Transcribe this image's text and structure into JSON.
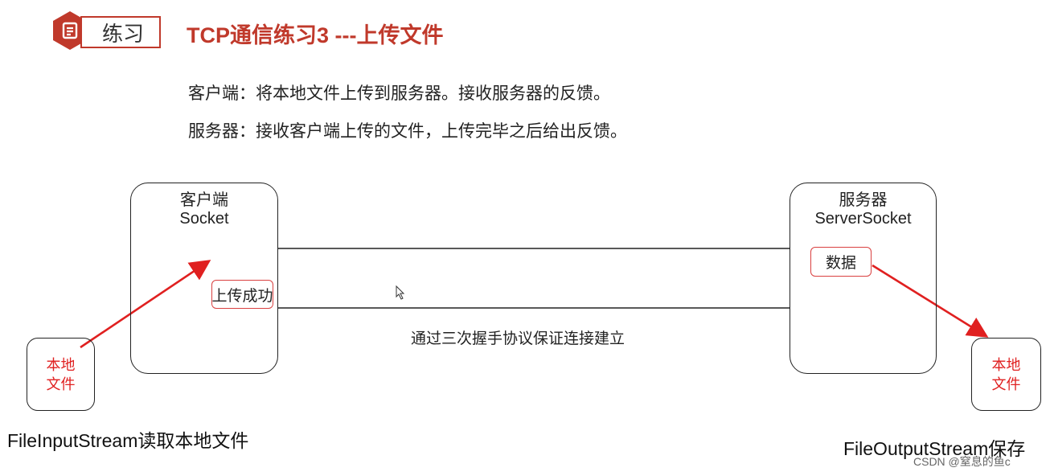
{
  "header": {
    "badge_label": "练习",
    "title": "TCP通信练习3 ---上传文件"
  },
  "description": {
    "client_line": "客户端：将本地文件上传到服务器。接收服务器的反馈。",
    "server_line": "服务器：接收客户端上传的文件，上传完毕之后给出反馈。"
  },
  "diagram": {
    "client": {
      "title": "客户端",
      "subtitle": "Socket",
      "tag": "上传成功"
    },
    "server": {
      "title": "服务器",
      "subtitle": "ServerSocket",
      "tag": "数据"
    },
    "connection_label": "通过三次握手协议保证连接建立",
    "local_file_left": {
      "line1": "本地",
      "line2": "文件"
    },
    "local_file_right": {
      "line1": "本地",
      "line2": "文件"
    },
    "caption_left": "FileInputStream读取本地文件",
    "caption_right": "FileOutputStream保存"
  },
  "watermark": "CSDN @窒息的鱼c",
  "colors": {
    "accent": "#c0392b",
    "arrow": "#e02020",
    "stroke": "#222222"
  }
}
